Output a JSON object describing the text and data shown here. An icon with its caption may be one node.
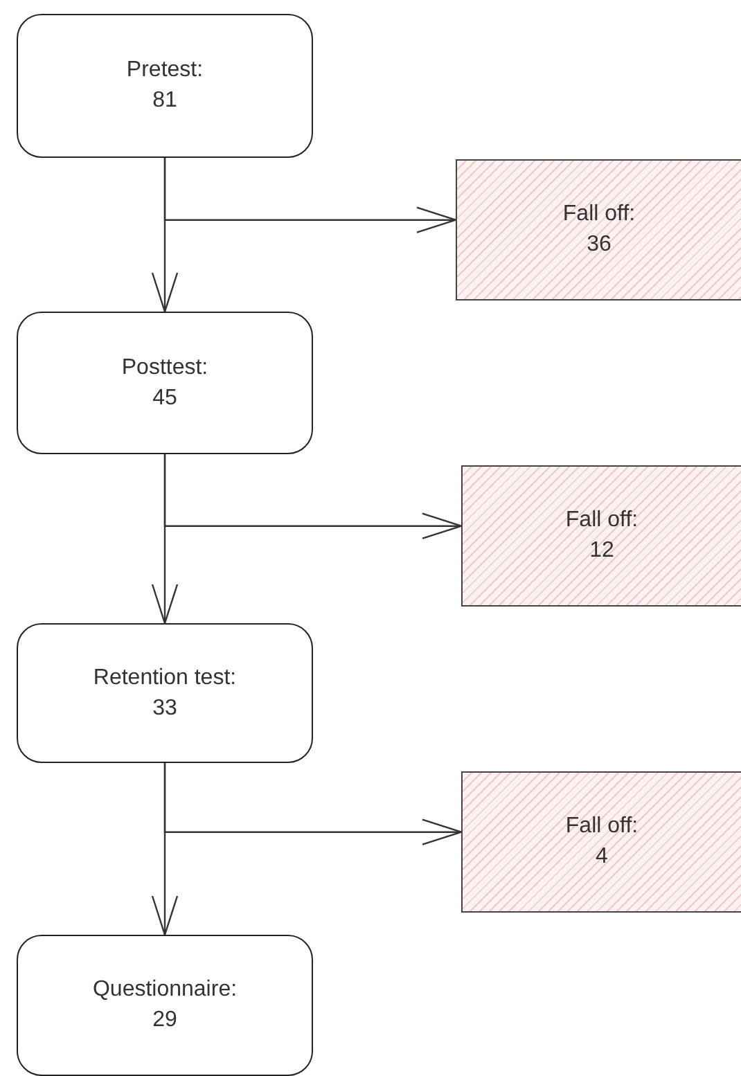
{
  "diagram": {
    "nodes": [
      {
        "text": [
          "Pretest:",
          "81"
        ]
      },
      {
        "text": [
          "Fall off:",
          "36"
        ]
      },
      {
        "text": [
          "Posttest:",
          "45"
        ]
      },
      {
        "text": [
          "Fall off:",
          "12"
        ]
      },
      {
        "text": [
          "Retention test:",
          "33"
        ]
      },
      {
        "text": [
          "Fall off:",
          "4"
        ]
      },
      {
        "text": [
          "Questionnaire:",
          "29"
        ]
      }
    ],
    "edges": [
      {
        "from": 0,
        "to": 2,
        "arrow": "to"
      },
      {
        "from": 0,
        "to": 1,
        "arrow": "to"
      },
      {
        "from": 2,
        "to": 4,
        "arrow": "to"
      },
      {
        "from": 2,
        "to": 3,
        "arrow": "to"
      },
      {
        "from": 4,
        "to": 6,
        "arrow": "to"
      },
      {
        "from": 4,
        "to": 5,
        "arrow": "to"
      }
    ]
  }
}
